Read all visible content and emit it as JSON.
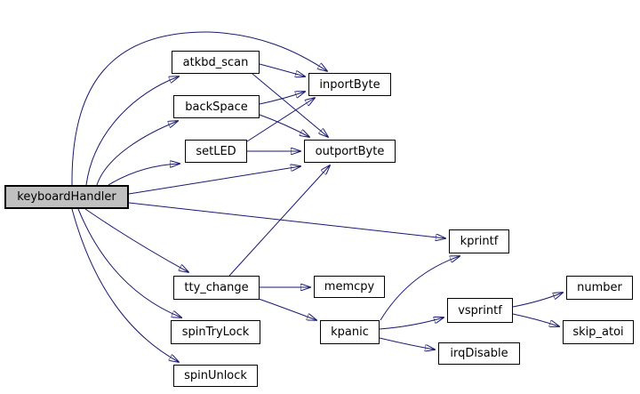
{
  "diagram": {
    "type": "call-graph",
    "colors": {
      "edge": "#191970",
      "node_fill": "#ffffff",
      "node_border": "#000000",
      "highlight_fill": "#c0c0c0",
      "background": "#ffffff"
    },
    "nodes": [
      {
        "id": "keyboardHandler",
        "label": "keyboardHandler",
        "highlighted": true
      },
      {
        "id": "atkbd_scan",
        "label": "atkbd_scan",
        "highlighted": false
      },
      {
        "id": "backSpace",
        "label": "backSpace",
        "highlighted": false
      },
      {
        "id": "setLED",
        "label": "setLED",
        "highlighted": false
      },
      {
        "id": "inportByte",
        "label": "inportByte",
        "highlighted": false
      },
      {
        "id": "outportByte",
        "label": "outportByte",
        "highlighted": false
      },
      {
        "id": "kprintf",
        "label": "kprintf",
        "highlighted": false
      },
      {
        "id": "tty_change",
        "label": "tty_change",
        "highlighted": false
      },
      {
        "id": "memcpy",
        "label": "memcpy",
        "highlighted": false
      },
      {
        "id": "spinTryLock",
        "label": "spinTryLock",
        "highlighted": false
      },
      {
        "id": "spinUnlock",
        "label": "spinUnlock",
        "highlighted": false
      },
      {
        "id": "kpanic",
        "label": "kpanic",
        "highlighted": false
      },
      {
        "id": "vsprintf",
        "label": "vsprintf",
        "highlighted": false
      },
      {
        "id": "irqDisable",
        "label": "irqDisable",
        "highlighted": false
      },
      {
        "id": "number",
        "label": "number",
        "highlighted": false
      },
      {
        "id": "skip_atoi",
        "label": "skip_atoi",
        "highlighted": false
      }
    ],
    "edges": [
      {
        "from": "keyboardHandler",
        "to": "atkbd_scan"
      },
      {
        "from": "keyboardHandler",
        "to": "backSpace"
      },
      {
        "from": "keyboardHandler",
        "to": "setLED"
      },
      {
        "from": "keyboardHandler",
        "to": "inportByte"
      },
      {
        "from": "keyboardHandler",
        "to": "outportByte"
      },
      {
        "from": "keyboardHandler",
        "to": "kprintf"
      },
      {
        "from": "keyboardHandler",
        "to": "tty_change"
      },
      {
        "from": "keyboardHandler",
        "to": "spinTryLock"
      },
      {
        "from": "keyboardHandler",
        "to": "spinUnlock"
      },
      {
        "from": "atkbd_scan",
        "to": "inportByte"
      },
      {
        "from": "atkbd_scan",
        "to": "outportByte"
      },
      {
        "from": "backSpace",
        "to": "inportByte"
      },
      {
        "from": "backSpace",
        "to": "outportByte"
      },
      {
        "from": "setLED",
        "to": "inportByte"
      },
      {
        "from": "setLED",
        "to": "outportByte"
      },
      {
        "from": "tty_change",
        "to": "outportByte"
      },
      {
        "from": "tty_change",
        "to": "memcpy"
      },
      {
        "from": "tty_change",
        "to": "kpanic"
      },
      {
        "from": "kpanic",
        "to": "kprintf"
      },
      {
        "from": "kpanic",
        "to": "vsprintf"
      },
      {
        "from": "kpanic",
        "to": "irqDisable"
      },
      {
        "from": "vsprintf",
        "to": "number"
      },
      {
        "from": "vsprintf",
        "to": "skip_atoi"
      }
    ]
  }
}
